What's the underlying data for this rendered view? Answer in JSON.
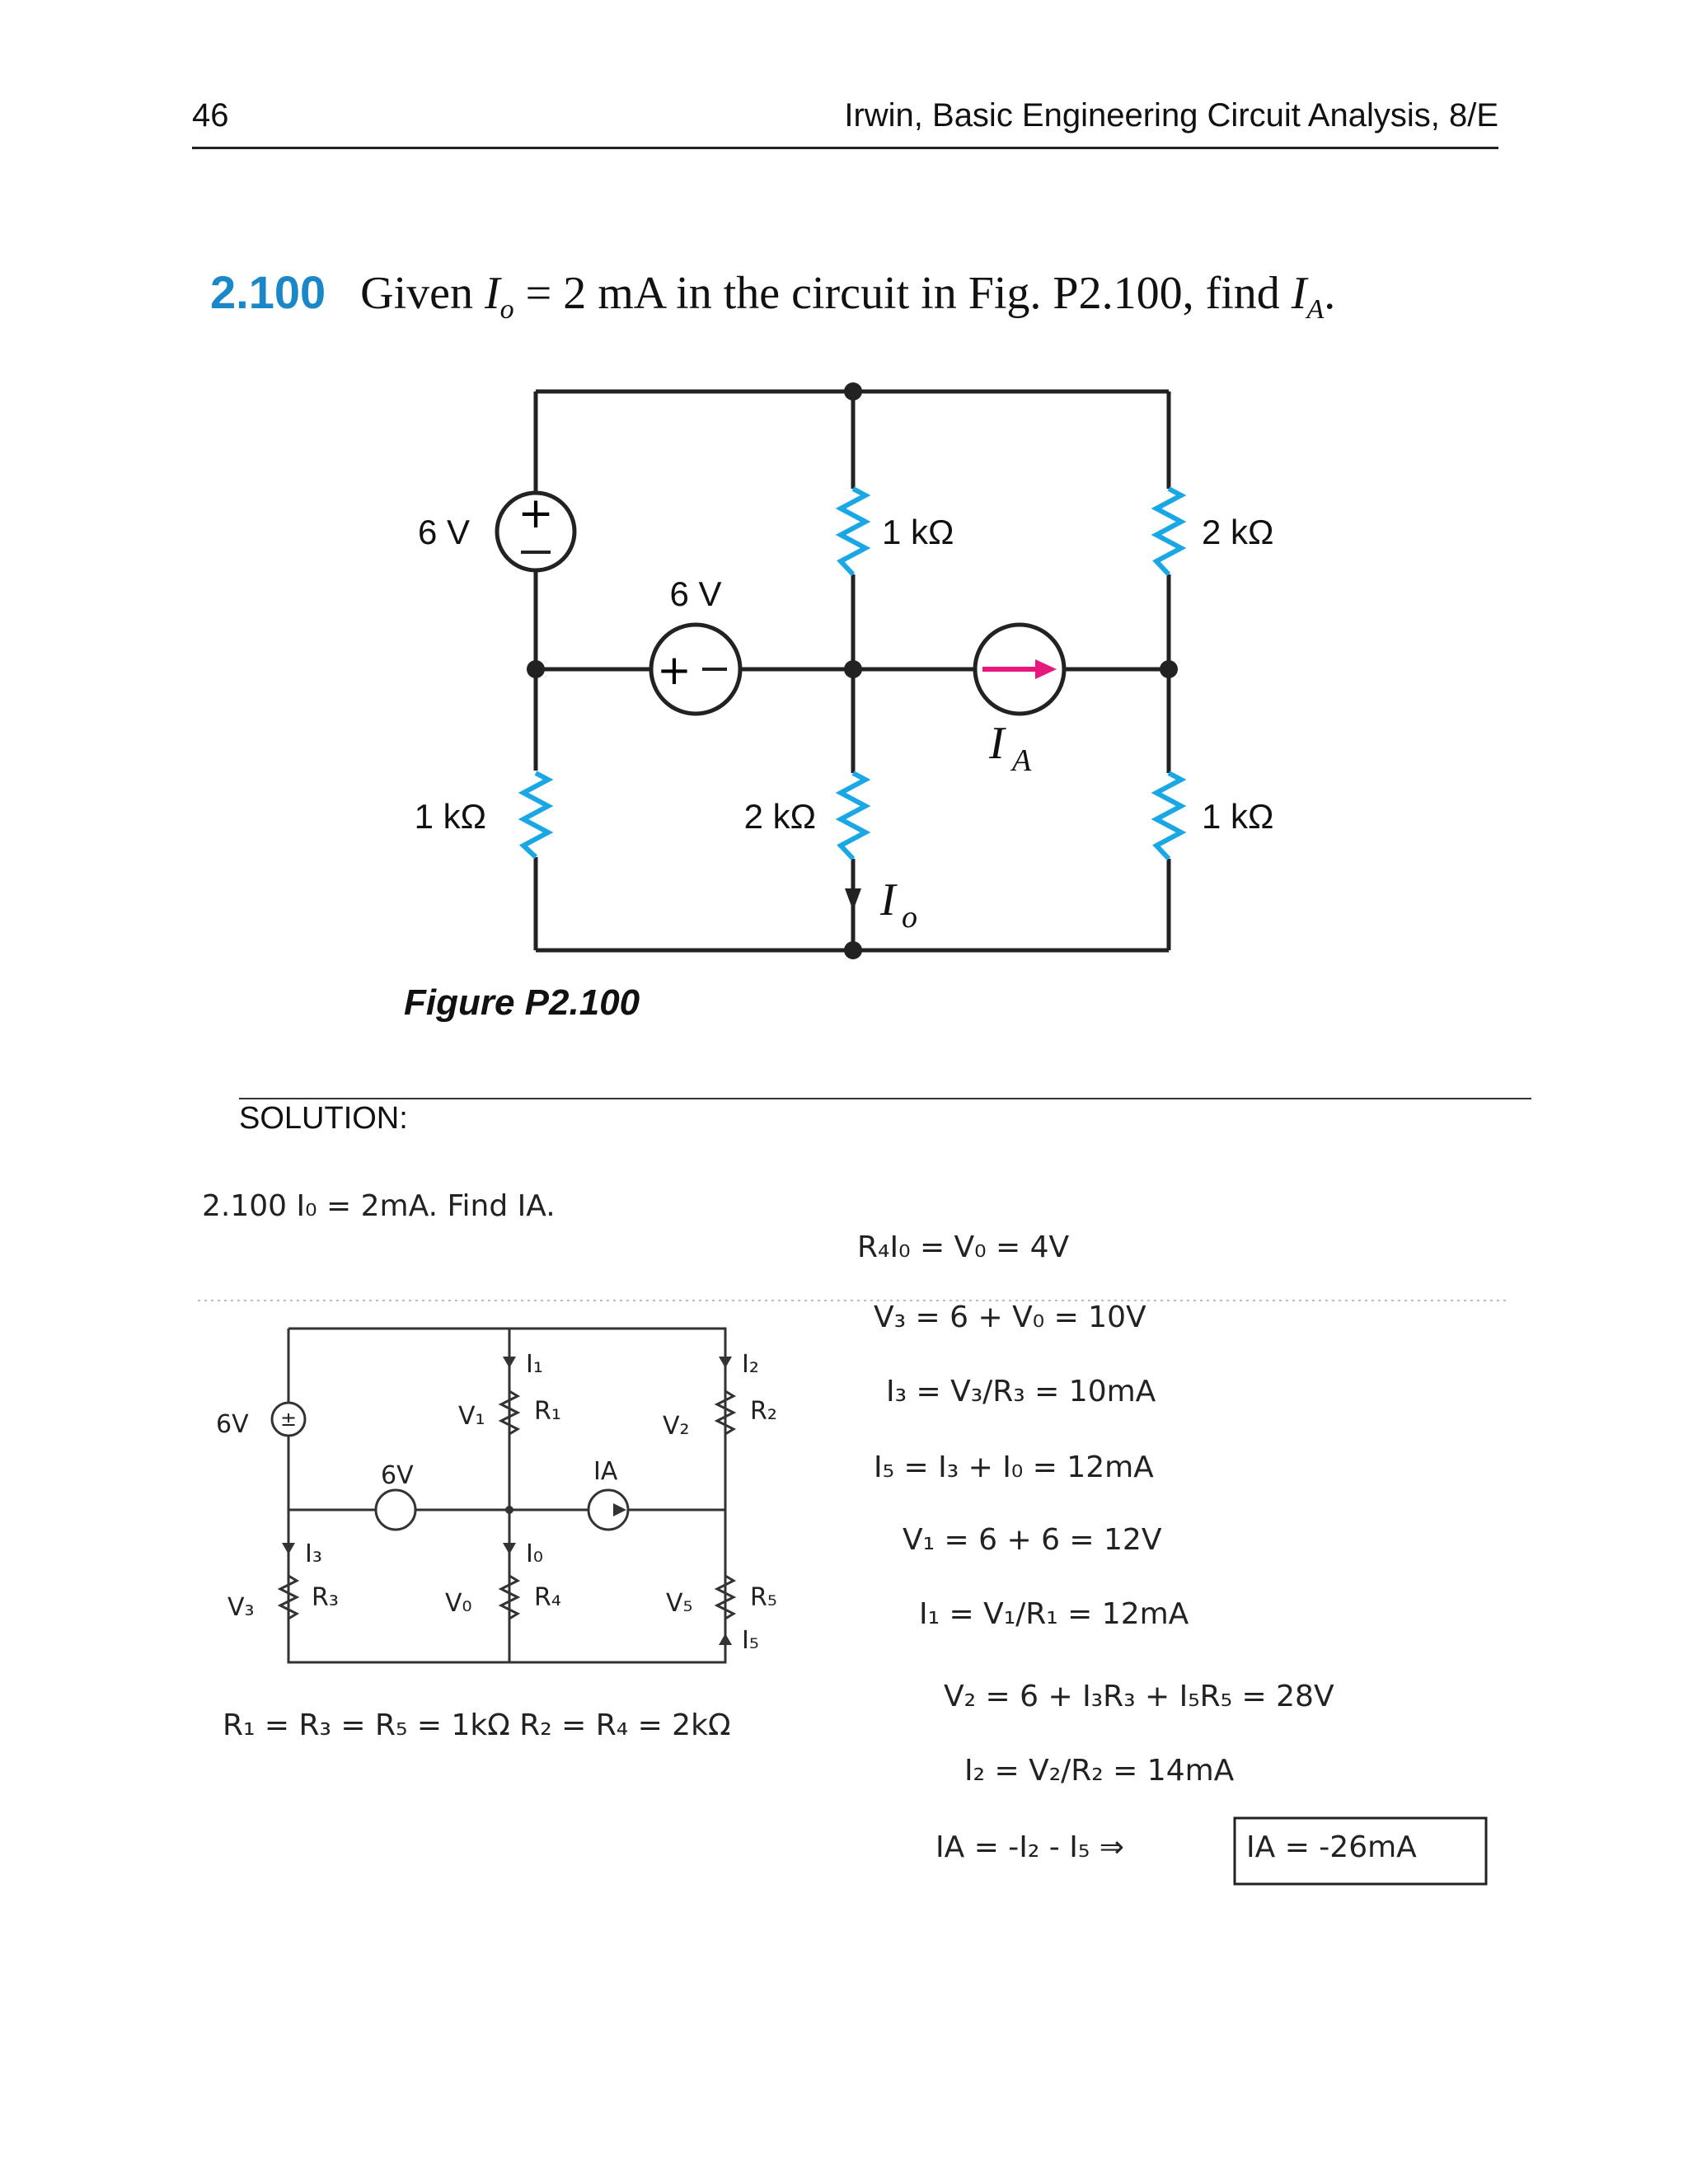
{
  "header": {
    "page_number": "46",
    "running_title": "Irwin, Basic Engineering Circuit Analysis, 8/E"
  },
  "problem": {
    "number": "2.100",
    "text_given": "Given",
    "io_symbol": "I",
    "io_sub": "o",
    "text_middle": "= 2 mA in the circuit in Fig. P2.100, find",
    "ia_symbol": "I",
    "ia_sub": "A",
    "text_end": "."
  },
  "figure": {
    "caption": "Figure P2.100",
    "labels": {
      "src_top_left": "6 V",
      "src_mid": "6 V",
      "r_top_mid": "1 kΩ",
      "r_top_right": "2 kΩ",
      "r_bot_left": "1 kΩ",
      "r_bot_mid": "2 kΩ",
      "r_bot_right": "1 kΩ",
      "ia_label": "I",
      "ia_sub": "A",
      "io_label": "I",
      "io_sub": "o"
    },
    "colors": {
      "resistor": "#1aa7e6",
      "current_arrow": "#e8177d",
      "wire": "#222222"
    }
  },
  "solution": {
    "label": "SOLUTION:",
    "intro": "2.100   I₀ = 2mA.   Find IA.",
    "component_values": "R₁ = R₃ = R₅ = 1kΩ   R₂ = R₄ = 2kΩ",
    "steps": [
      "R₄I₀ = V₀  = 4V",
      "V₃ = 6 + V₀ = 10V",
      "I₃ = V₃/R₃ = 10mA",
      "I₅ = I₃ + I₀ = 12mA",
      "V₁ = 6 + 6 = 12V",
      "I₁ = V₁/R₁ = 12mA",
      "V₂ = 6 + I₃R₃ + I₅R₅ = 28V",
      "I₂ = V₂/R₂ = 14mA",
      "IA = -I₂ - I₅ ⇒"
    ],
    "answer": "IA = -26mA",
    "sketch_labels": {
      "src_left": "6V",
      "src_mid": "6V",
      "ia": "IA",
      "i1": "I₁",
      "i2": "I₂",
      "i3": "I₃",
      "i0": "I₀",
      "i5": "I₅",
      "r1": "R₁",
      "r2": "R₂",
      "r3": "R₃",
      "r4": "R₄",
      "r5": "R₅",
      "v1": "V₁",
      "v2": "V₂",
      "v3": "V₃",
      "v0": "V₀",
      "v5": "V₅"
    }
  }
}
